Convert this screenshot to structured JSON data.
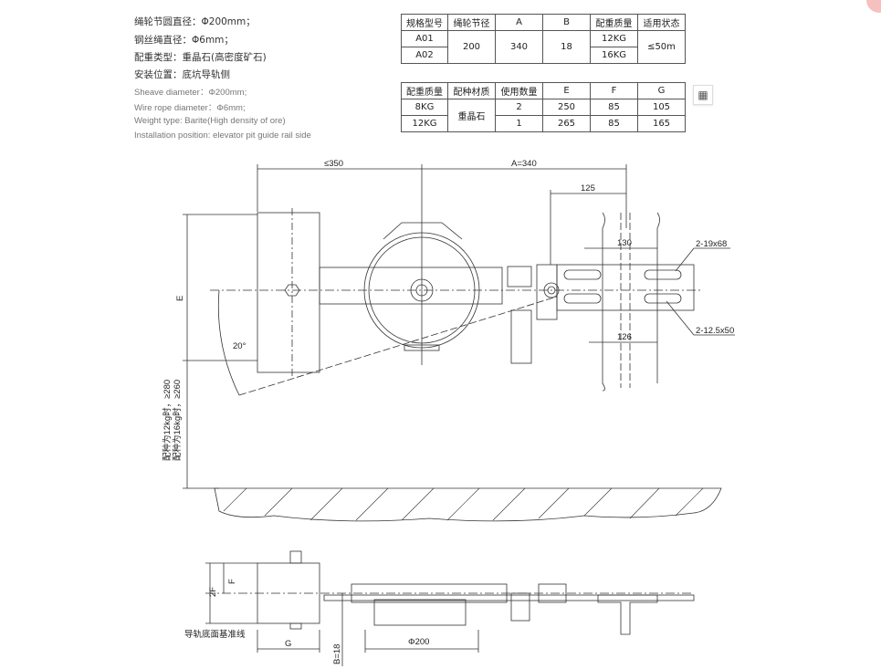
{
  "specs_cn": [
    "绳轮节圆直径：Φ200mm；",
    "钢丝绳直径：Φ6mm；",
    "配重类型：重晶石(高密度矿石)",
    "安装位置：底坑导轨侧"
  ],
  "specs_en": [
    "Sheave diameter：Φ200mm;",
    "Wire rope diameter：Φ6mm;",
    "Weight  type: Barite(High density of ore)",
    "Installation position: elevator pit guide rail side"
  ],
  "table1": {
    "headers": [
      "规格型号",
      "绳轮节径",
      "A",
      "B",
      "配重质量",
      "适用状态"
    ],
    "models": [
      "A01",
      "A02"
    ],
    "sheave": "200",
    "a": "340",
    "b": "18",
    "weights": [
      "12KG",
      "16KG"
    ],
    "status": "≤50m"
  },
  "table2": {
    "headers": [
      "配重质量",
      "配种材质",
      "使用数量",
      "E",
      "F",
      "G"
    ],
    "rows": [
      [
        "8KG",
        "2",
        "250",
        "85",
        "105"
      ],
      [
        "12KG",
        "1",
        "265",
        "85",
        "165"
      ]
    ],
    "material": "重晶石"
  },
  "toolbar": {
    "icon": "calculator-icon"
  },
  "drawing": {
    "dim_left": "≤350",
    "dim_a": "A=340",
    "dim_125": "125",
    "dim_130": "130",
    "dim_126": "126",
    "hole1": "2-19x68",
    "hole2": "2-12.5x50",
    "e": "E",
    "angle": "20°",
    "note1": "配种为12kg时，≥280",
    "note2": "配种为16kg时，≥260",
    "f2": "2F",
    "f": "F",
    "g": "G",
    "b": "B=18",
    "phi": "Φ200",
    "baseline": "导轨底面基准线"
  }
}
